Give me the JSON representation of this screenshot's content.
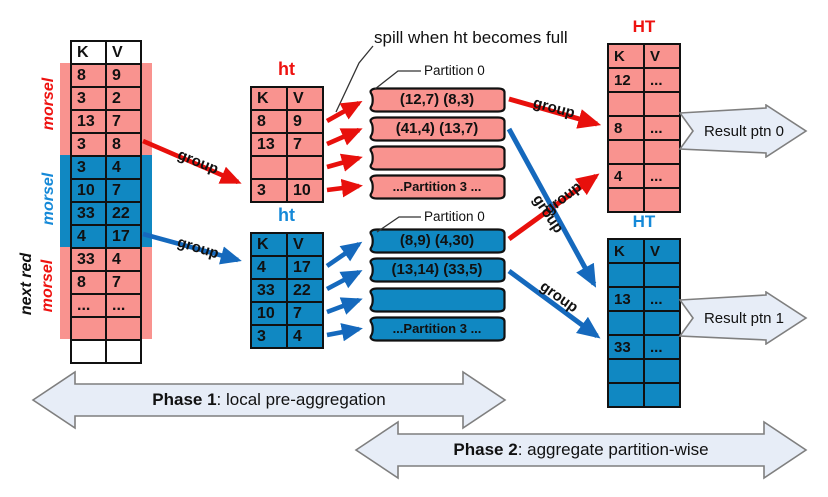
{
  "annotations": {
    "spill_note": "spill when ht becomes full",
    "partition0_red": "Partition 0",
    "partition0_blue": "Partition 0",
    "group": "group"
  },
  "source_table": {
    "morsel_label_red": "morsel",
    "morsel_label_blue": "morsel",
    "next_red_label": "next red",
    "next_morsel_label": "morsel",
    "rows": [
      [
        "K",
        "V"
      ],
      [
        "8",
        "9"
      ],
      [
        "3",
        "2"
      ],
      [
        "13",
        "7"
      ],
      [
        "3",
        "8"
      ],
      [
        "3",
        "4"
      ],
      [
        "10",
        "7"
      ],
      [
        "33",
        "22"
      ],
      [
        "4",
        "17"
      ],
      [
        "33",
        "4"
      ],
      [
        "8",
        "7"
      ],
      [
        "...",
        "..."
      ],
      [
        "",
        ""
      ],
      [
        "",
        ""
      ]
    ]
  },
  "ht_red": {
    "title": "ht",
    "cells": [
      [
        "K",
        "V"
      ],
      [
        "8",
        "9"
      ],
      [
        "13",
        "7"
      ],
      [
        "",
        ""
      ],
      [
        "3",
        "10"
      ]
    ]
  },
  "ht_blue": {
    "title": "ht",
    "cells": [
      [
        "K",
        "V"
      ],
      [
        "4",
        "17"
      ],
      [
        "33",
        "22"
      ],
      [
        "10",
        "7"
      ],
      [
        "3",
        "4"
      ]
    ]
  },
  "partitions_red": {
    "label": "Partition 0",
    "strips": [
      "(12,7)  (8,3)",
      "(41,4) (13,7)",
      "",
      "...Partition 3 ..."
    ]
  },
  "partitions_blue": {
    "label": "Partition 0",
    "strips": [
      "(8,9)  (4,30)",
      "(13,14) (33,5)",
      "",
      "...Partition 3 ..."
    ]
  },
  "HT_red": {
    "title": "HT",
    "cells": [
      [
        "K",
        "V"
      ],
      [
        "12",
        "..."
      ],
      [
        "",
        ""
      ],
      [
        "8",
        "..."
      ],
      [
        "",
        ""
      ],
      [
        "4",
        "..."
      ],
      [
        "",
        ""
      ]
    ]
  },
  "HT_blue": {
    "title": "HT",
    "cells": [
      [
        "K",
        "V"
      ],
      [
        "",
        ""
      ],
      [
        "13",
        "..."
      ],
      [
        "",
        ""
      ],
      [
        "33",
        "..."
      ],
      [
        "",
        ""
      ],
      [
        "",
        ""
      ]
    ]
  },
  "result_arrows": [
    {
      "label": "Result ptn 0"
    },
    {
      "label": "Result ptn 1"
    }
  ],
  "phase_arrows": [
    {
      "bold": "Phase 1",
      "rest": ": local pre-aggregation"
    },
    {
      "bold": "Phase 2",
      "rest": ": aggregate partition-wise"
    }
  ],
  "colors": {
    "morsel_red": "#F9938F",
    "morsel_blue": "#1088C2",
    "arrow_red": "#E8100C",
    "arrow_blue": "#1569BD",
    "label_red": "#EE1210",
    "label_blue": "#1589D8",
    "block_fill": "#E7EDF7",
    "block_border": "#7F7F7F"
  }
}
